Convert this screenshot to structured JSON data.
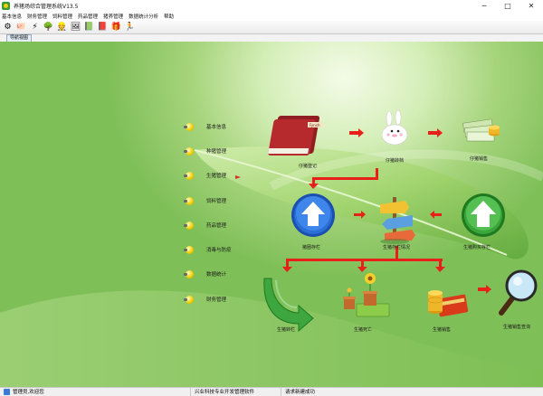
{
  "window": {
    "title": "养猪场综合管理系统V13.5",
    "controls": {
      "minimize": "─",
      "maximize": "□",
      "close": "✕"
    }
  },
  "menu": [
    "基本信息",
    "财务管理",
    "饲料管理",
    "药品管理",
    "猪养管理",
    "数据统计分析",
    "帮助"
  ],
  "toolbar": {
    "icons": [
      "gear-icon",
      "pigs-icon",
      "lightning-icon",
      "tree-icon",
      "worker-icon",
      "picture-icon",
      "notebook-icon",
      "book-icon",
      "gift-icon",
      "runner-icon"
    ],
    "glyphs": [
      "⚙",
      "🐖",
      "⚡",
      "🌳",
      "👷",
      "🖼",
      "📗",
      "📕",
      "🎁",
      "🏃"
    ]
  },
  "tab": {
    "label": "导航视图"
  },
  "nav": [
    "基本信息",
    "种猪管理",
    "生猪管理",
    "饲料管理",
    "药品管理",
    "消毒与防疫",
    "数据统计",
    "财务管理"
  ],
  "nodes": {
    "register": "仔猪登记",
    "piglet_transfer": "仔猪转档",
    "piglet_sale": "仔猪销售",
    "pig_in": "猪圈存栏",
    "pig_stock": "生猪存栏情况",
    "pig_buy": "生猪购买存栏",
    "pig_transfer": "生猪转栏",
    "pig_death": "生猪死亡",
    "pig_sale": "生猪销售",
    "pig_query": "生猪销售查询"
  },
  "register_book_text": "Fynch",
  "status": {
    "user_label": "管理员,欢迎您",
    "company": "兴业科技专业开发管理软件",
    "message": "请求新建成功"
  },
  "colors": {
    "arrow": "#e8201a",
    "leaf": "#96cc63",
    "background": "#a6d47c"
  }
}
